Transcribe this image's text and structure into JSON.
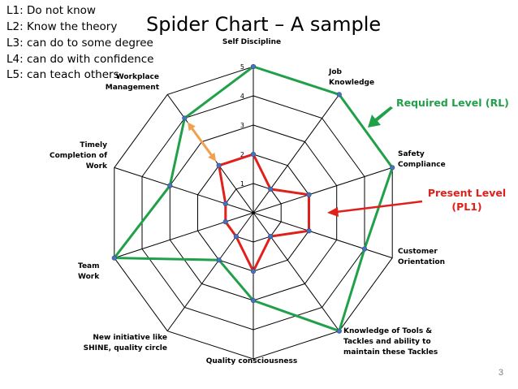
{
  "slide": {
    "legend": [
      "L1: Do not know",
      "L2: Know the theory",
      "L3: can do  to some degree",
      "L4: can do with confidence",
      "L5: can teach others"
    ],
    "page_number": "3"
  },
  "chart_data": {
    "type": "radar",
    "title": "Spider Chart – A sample",
    "axes": [
      "Self Discipline",
      "Job Knowledge",
      "Safety Compliance",
      "Customer Orientation",
      "Knowledge of Tools & Tackles and ability to maintain these  Tackles",
      "Quality consciousness",
      "New initiative like SHINE, quality circle",
      "Team Work",
      "Timely Completion of Work",
      "Workplace Management"
    ],
    "axis_label_lines": [
      [
        "Self Discipline"
      ],
      [
        "Job",
        "Knowledge"
      ],
      [
        "Safety",
        "Compliance"
      ],
      [
        "Customer",
        "Orientation"
      ],
      [
        "Knowledge of Tools &",
        "Tackles and ability to",
        "maintain these  Tackles"
      ],
      [
        "Quality consciousness"
      ],
      [
        "New initiative like",
        "SHINE, quality circle"
      ],
      [
        "Team",
        "Work"
      ],
      [
        "Timely",
        "Completion of",
        "Work"
      ],
      [
        "Workplace",
        "Management"
      ]
    ],
    "scale": {
      "min": 0,
      "max": 5,
      "ticks": [
        "1",
        "2",
        "3",
        "4",
        "5"
      ]
    },
    "series": [
      {
        "name": "Required Level (RL)",
        "color": "#21a04a",
        "values": [
          5,
          5,
          5,
          4,
          5,
          3,
          2,
          5,
          3,
          4
        ]
      },
      {
        "name": "Present Level (PL1)",
        "color": "#e0201b",
        "values": [
          2,
          1,
          2,
          2,
          1,
          2,
          1,
          1,
          1,
          2
        ]
      }
    ],
    "annotations": {
      "required_label": "Required Level (RL)",
      "present_label_lines": [
        "Present Level",
        "(PL1)"
      ]
    },
    "colors": {
      "grid": "#000000",
      "marker": "#4a72b8",
      "orange_arrow": "#f0a050"
    }
  }
}
